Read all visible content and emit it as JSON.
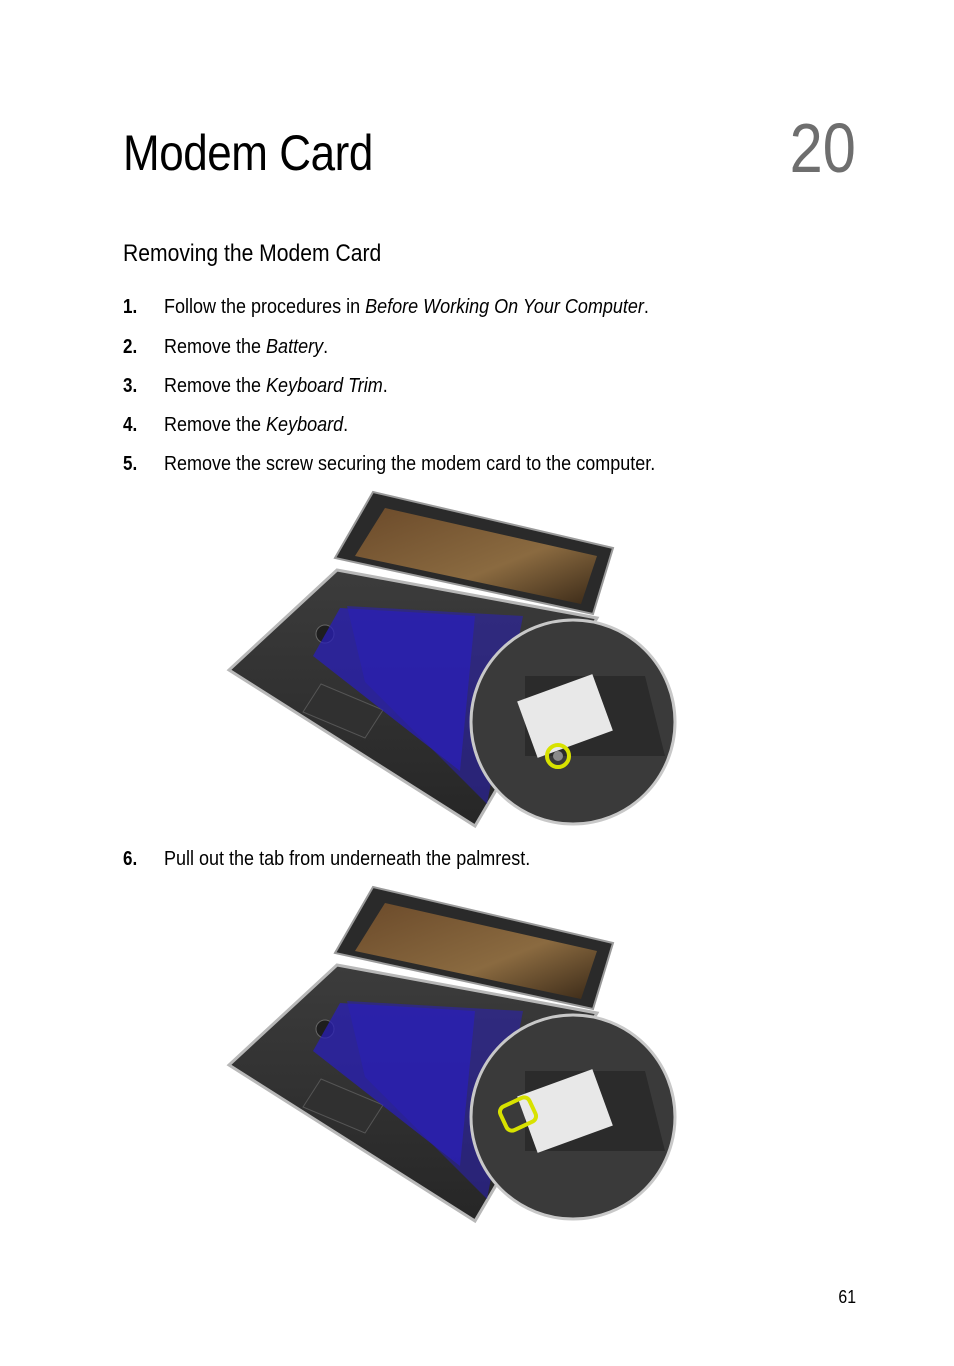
{
  "chapter": {
    "title": "Modem Card",
    "number": "20"
  },
  "section": {
    "heading": "Removing the Modem Card"
  },
  "steps": [
    {
      "num": "1.",
      "pre": "Follow the procedures in ",
      "link": "Before Working On Your Computer",
      "post": "."
    },
    {
      "num": "2.",
      "pre": "Remove the ",
      "link": "Battery",
      "post": "."
    },
    {
      "num": "3.",
      "pre": "Remove the ",
      "link": "Keyboard Trim",
      "post": "."
    },
    {
      "num": "4.",
      "pre": "Remove the ",
      "link": "Keyboard",
      "post": "."
    },
    {
      "num": "5.",
      "pre": "Remove the screw securing the modem card to the computer.",
      "link": "",
      "post": ""
    },
    {
      "num": "6.",
      "pre": "Pull out the tab from underneath the palmrest.",
      "link": "",
      "post": ""
    }
  ],
  "figures": {
    "screw": {
      "highlight_color": "#d8e200",
      "callout_color": "#2a1fb8"
    },
    "tab": {
      "highlight_color": "#d8e200",
      "callout_color": "#2a1fb8"
    }
  },
  "footer": {
    "page_number": "61"
  }
}
